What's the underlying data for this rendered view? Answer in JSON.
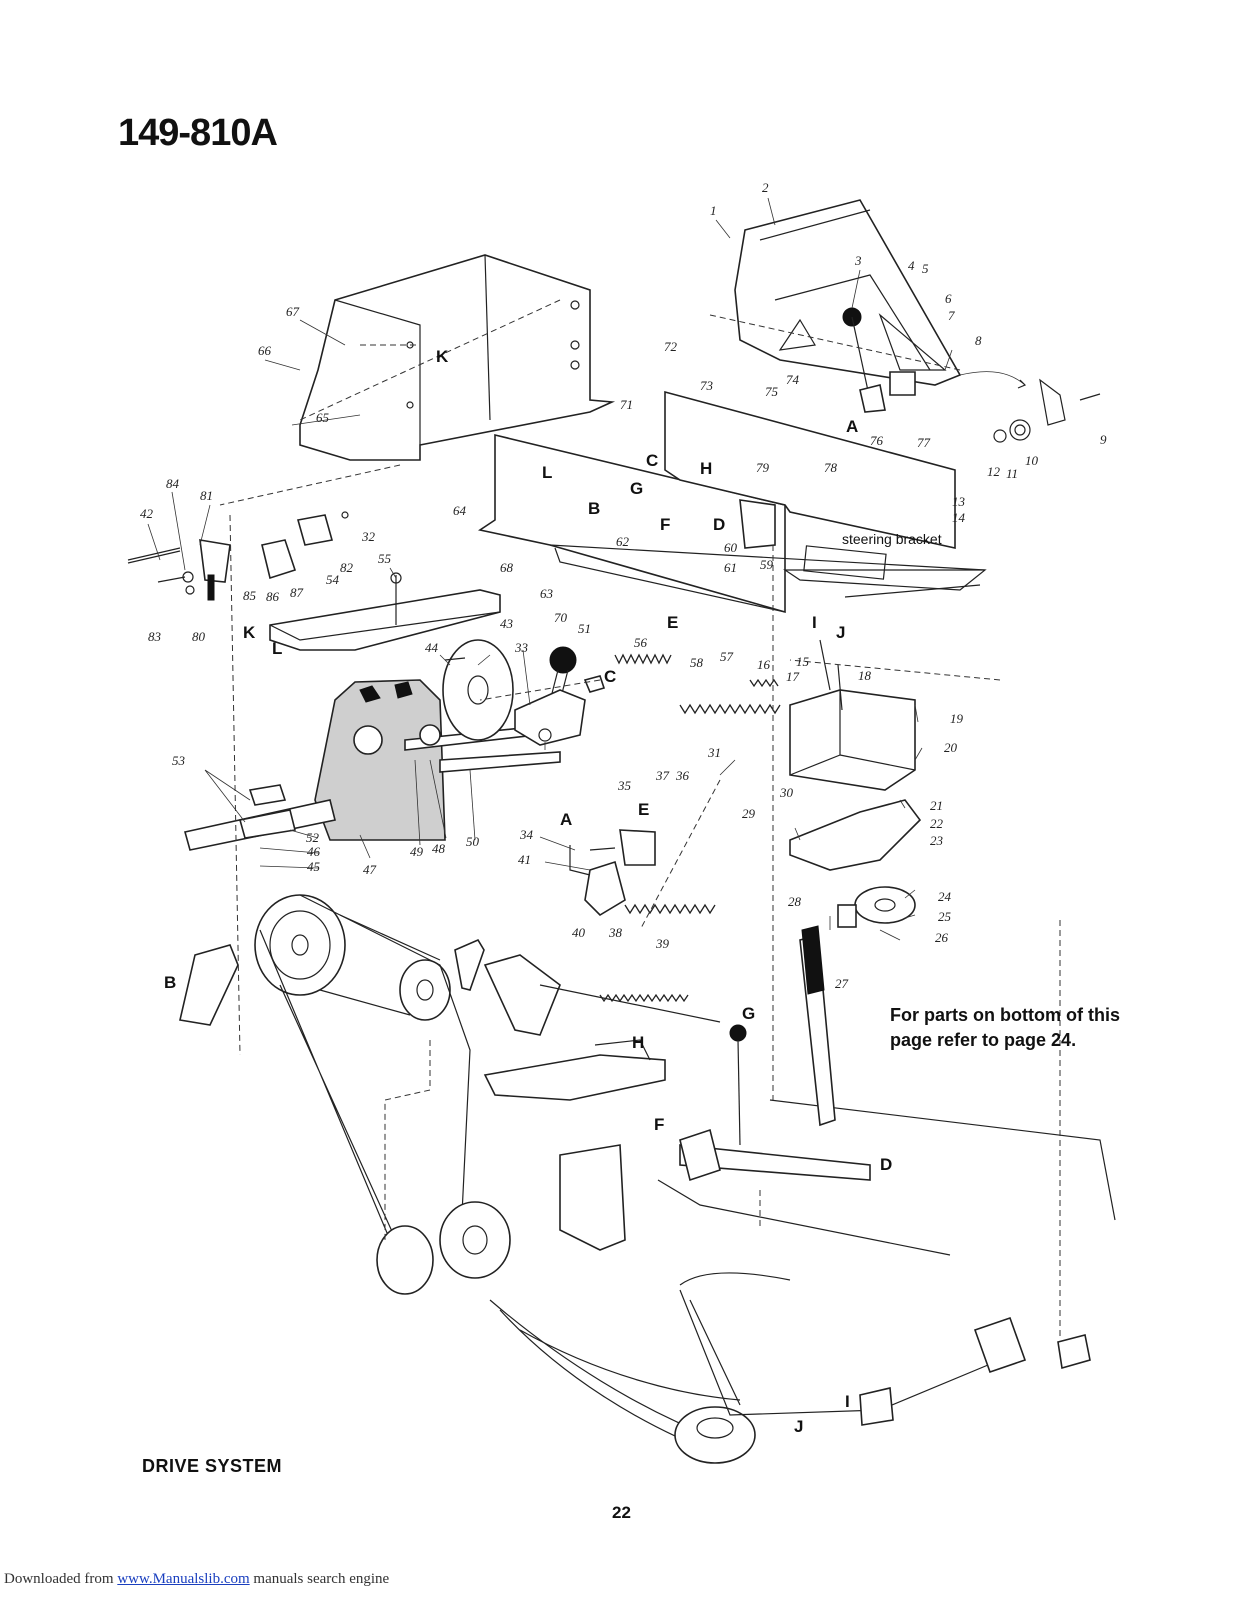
{
  "header": {
    "model": "149-810A"
  },
  "diagram": {
    "part_numbers": [
      "1",
      "2",
      "3",
      "4",
      "5",
      "6",
      "7",
      "8",
      "9",
      "10",
      "11",
      "12",
      "13",
      "14",
      "15",
      "16",
      "17",
      "18",
      "19",
      "20",
      "21",
      "22",
      "23",
      "24",
      "25",
      "26",
      "27",
      "28",
      "29",
      "30",
      "31",
      "32",
      "33",
      "34",
      "35",
      "36",
      "37",
      "38",
      "39",
      "40",
      "41",
      "42",
      "43",
      "44",
      "45",
      "46",
      "47",
      "48",
      "49",
      "50",
      "51",
      "52",
      "53",
      "54",
      "55",
      "56",
      "57",
      "58",
      "59",
      "60",
      "61",
      "62",
      "63",
      "64",
      "65",
      "66",
      "67",
      "68",
      "70",
      "71",
      "72",
      "73",
      "74",
      "75",
      "76",
      "77",
      "78",
      "79",
      "80",
      "81",
      "82",
      "83",
      "84",
      "85",
      "86",
      "87"
    ],
    "reference_letters": [
      "A",
      "B",
      "C",
      "D",
      "E",
      "F",
      "G",
      "H",
      "I",
      "J",
      "K",
      "L"
    ],
    "callout_steering": "steering bracket"
  },
  "note": "For parts on bottom of this page refer to page 24.",
  "section_title": "DRIVE SYSTEM",
  "page_number": "22",
  "footer": {
    "prefix": "Downloaded from ",
    "link_text": "www.Manualslib.com",
    "suffix": " manuals search engine"
  }
}
